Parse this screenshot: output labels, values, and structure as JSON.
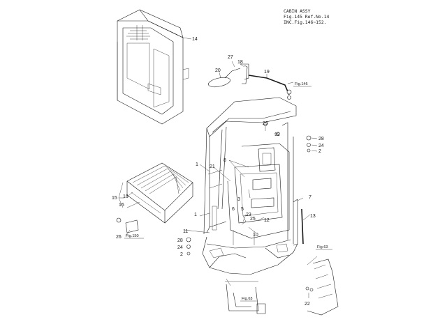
{
  "header": {
    "title": "CABIN ASSY",
    "ref": "Fig.145 Ref.No.14",
    "inc": "INC.Fig.146∼152."
  },
  "callouts": [
    "14",
    "27",
    "18",
    "20",
    "19",
    "29",
    "12",
    "28",
    "24",
    "2",
    "1",
    "8",
    "21",
    "7",
    "3",
    "16",
    "15",
    "6",
    "5",
    "23",
    "25",
    "12",
    "13",
    "10",
    "26",
    "11",
    "28",
    "24",
    "2",
    "22"
  ],
  "figure_refs": [
    "Fig.146",
    "Fig.150",
    "Fig.63",
    "Fig.63"
  ]
}
